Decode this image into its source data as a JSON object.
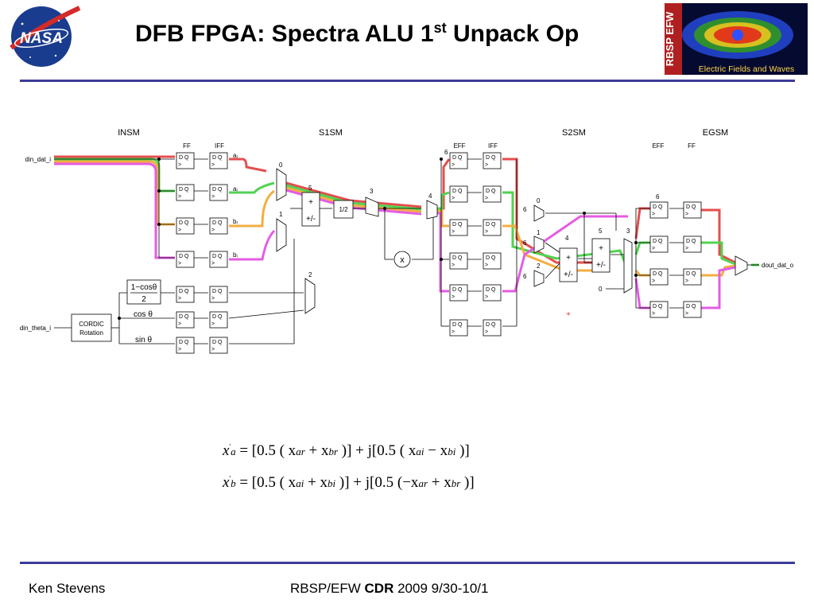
{
  "slide": {
    "title_main": "DFB FPGA: Spectra ALU 1",
    "title_sup": "st",
    "title_end": " Unpack Op",
    "footer_author": "Ken Stevens",
    "footer_pre": "RBSP/EFW ",
    "footer_bold": "CDR",
    "footer_post": " 2009 9/30-10/1"
  },
  "logos": {
    "nasa": "NASA",
    "rbsp_vertical": "RBSP EFW",
    "efw_caption": "Electric Fields and Waves"
  },
  "diagram": {
    "sections": [
      "INSM",
      "S1SM",
      "S2SM",
      "EGSM"
    ],
    "col_labels": [
      "FF",
      "IFF",
      "EFF",
      "IFF",
      "EFF",
      "FF"
    ],
    "inputs": [
      "din_dat_i",
      "din_theta_i"
    ],
    "output": "dout_dat_o",
    "regs": [
      "aᵣ",
      "aᵢ",
      "bᵣ",
      "bᵢ"
    ],
    "cordic_line1": "CORDIC",
    "cordic_line2": "Rotation",
    "frac_num": "1−cosθ",
    "frac_den": "2",
    "cos_label": "cos θ",
    "sin_label": "sin θ",
    "half": "1/2",
    "mult": "x",
    "plus": "+",
    "plusminus": "+/-",
    "dq": "D  Q",
    "clk": ">",
    "stage_labels": [
      "0",
      "1",
      "2",
      "3",
      "4",
      "5",
      "6",
      "0",
      "1",
      "2",
      "3",
      "4",
      "5",
      "6",
      "0",
      "6"
    ]
  },
  "equations": {
    "line1": {
      "lhs": "x",
      "lhs_sub": "a",
      "prime": "'",
      "rhs": "= [0.5 ( x",
      "s1": "ar",
      "mid": " + x",
      "s2": "br",
      "mid2": " )] +  j[0.5 ( x",
      "s3": "ai",
      "mid3": " − x",
      "s4": "bi",
      "end": " )]"
    },
    "line2": {
      "lhs": "x",
      "lhs_sub": "b",
      "prime": "'",
      "rhs": "= [0.5 ( x",
      "s1": "ai",
      "mid": " + x",
      "s2": "bi",
      "mid2": " )] +  j[0.5 (−x",
      "s3": "ar",
      "mid3": " + x",
      "s4": "br",
      "end": " )]"
    }
  },
  "colors": {
    "rule": "#3b3b9a",
    "red": "#e03030",
    "green": "#33cc33",
    "orange": "#f0a020",
    "magenta": "#e040e0"
  }
}
